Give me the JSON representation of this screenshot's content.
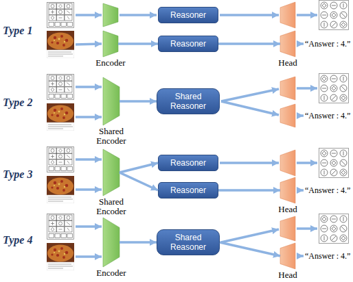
{
  "diagram": {
    "nodes": [
      {
        "text": [
          "Reasoner"
        ]
      },
      {
        "text": [
          "Encoder"
        ]
      },
      {
        "text": [
          "Reasoner"
        ]
      },
      {
        "text": [
          "Head"
        ]
      },
      {
        "text": [
          "Shared Encoder"
        ]
      },
      {
        "text": [
          "Shared Reasoner"
        ]
      },
      {
        "text": [
          "Shared Encoder"
        ]
      },
      {
        "text": [
          "Reasoner"
        ]
      },
      {
        "text": [
          "Reasoner"
        ]
      },
      {
        "text": [
          "Head"
        ]
      },
      {
        "text": [
          "Encoder"
        ]
      },
      {
        "text": [
          "Shared Reasoner"
        ]
      },
      {
        "text": [
          "Head"
        ]
      }
    ],
    "edges": [
      {
        "from": 1,
        "to": 2,
        "arrow": "to"
      },
      {
        "from": 2,
        "to": 3,
        "arrow": "to"
      },
      {
        "from": 4,
        "to": 5,
        "arrow": "to"
      },
      {
        "from": 6,
        "to": 7,
        "arrow": "to"
      },
      {
        "from": 6,
        "to": 8,
        "arrow": "to"
      },
      {
        "from": 8,
        "to": 9,
        "arrow": "to"
      },
      {
        "from": 10,
        "to": 11,
        "arrow": "to"
      },
      {
        "from": 11,
        "to": 12,
        "arrow": "to"
      }
    ],
    "labels": [
      "Type 1",
      "“Answer : 4.”",
      "Type 2",
      "“Answer : 4.”",
      "Type 3",
      "“Answer : 4.”",
      "Type 4",
      "“Answer : 4.”"
    ]
  }
}
